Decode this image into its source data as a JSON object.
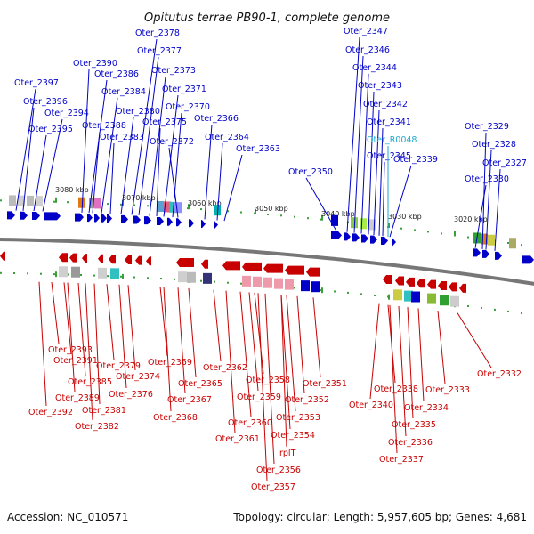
{
  "title": "Opitutus terrae PB90-1, complete genome",
  "accession": "Accession: NC_010571",
  "topology": "Topology: circular; Length: 5,957,605 bp; Genes: 4,681",
  "kbp_labels": [
    "3080 kbp",
    "3070 kbp",
    "3060 kbp",
    "3050 kbp",
    "3040 kbp",
    "3030 kbp",
    "3020 kbp"
  ],
  "top_genes": [
    "Oter_2397",
    "Oter_2396",
    "Oter_2395",
    "Oter_2394",
    "Oter_2390",
    "Oter_2386",
    "Oter_2388",
    "Oter_2384",
    "Oter_2383",
    "Oter_2378",
    "Oter_2377",
    "Oter_2373",
    "Oter_2380",
    "Oter_2375",
    "Oter_2371",
    "Oter_2370",
    "Oter_2372",
    "Oter_2366",
    "Oter_2364",
    "Oter_2363",
    "Oter_2350",
    "Oter_2347",
    "Oter_2346",
    "Oter_2344",
    "Oter_2343",
    "Oter_2342",
    "Oter_2341",
    "Oter_R0048",
    "Oter_2345",
    "Oter_2339",
    "Oter_2329",
    "Oter_2328",
    "Oter_2327",
    "Oter_2330"
  ],
  "bottom_genes": [
    "Oter_2393",
    "Oter_2391",
    "Oter_2389",
    "Oter_2392",
    "Oter_2385",
    "Oter_2381",
    "Oter_2382",
    "Oter_2379",
    "Oter_2374",
    "Oter_2376",
    "Oter_2369",
    "Oter_2365",
    "Oter_2367",
    "Oter_2368",
    "Oter_2362",
    "Oter_2358",
    "Oter_2359",
    "Oter_2360",
    "Oter_2361",
    "Oter_2353",
    "Oter_2354",
    "rplT",
    "Oter_2356",
    "Oter_2357",
    "Oter_2352",
    "Oter_2351",
    "Oter_2340",
    "Oter_2338",
    "Oter_2336",
    "Oter_2337",
    "Oter_2335",
    "Oter_2334",
    "Oter_2333",
    "Oter_2332"
  ],
  "colors": {
    "forward_strand": "#0000c8",
    "reverse_strand": "#c80000",
    "rna": "#1eaad2",
    "backbone": "#777777",
    "tick": "#3aa03a"
  }
}
